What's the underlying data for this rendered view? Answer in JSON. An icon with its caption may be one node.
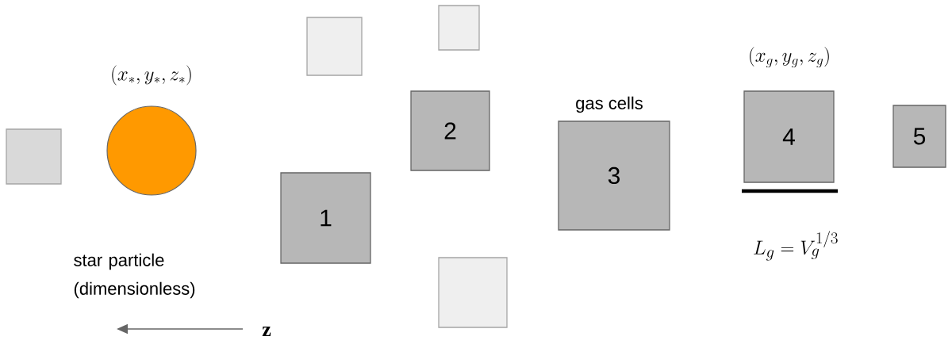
{
  "diagram": {
    "nodes": [
      {
        "text": [],
        "shape": "box"
      },
      {
        "text": [],
        "shape": "circle",
        "beside": [
          "(x_*, y_*, z_*)"
        ]
      },
      {
        "text": [
          "1"
        ]
      },
      {
        "text": [],
        "shape": "box"
      },
      {
        "text": [],
        "shape": "box"
      },
      {
        "text": [
          "2"
        ]
      },
      {
        "text": [],
        "shape": "box"
      },
      {
        "text": [
          "3"
        ]
      },
      {
        "text": [
          "4"
        ],
        "beside": [
          "(x_g, y_g, z_g)"
        ]
      },
      {
        "text": [
          "5"
        ]
      }
    ],
    "edges": [],
    "labels": [
      "gas cells",
      "L_g = V_g^{1/3}",
      "star particle (dimensionless)",
      "z"
    ]
  }
}
